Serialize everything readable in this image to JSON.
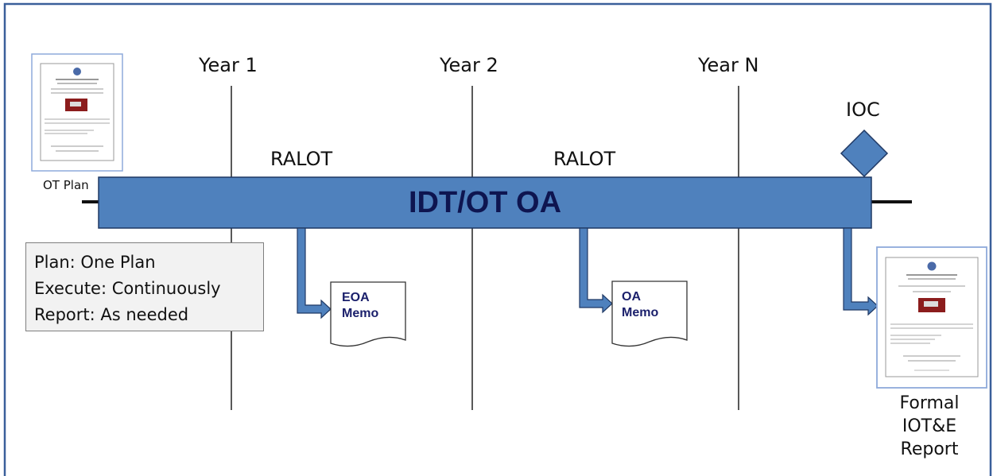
{
  "timeline": {
    "years": [
      {
        "label": "Year 1"
      },
      {
        "label": "Year 2"
      },
      {
        "label": "Year N"
      }
    ],
    "ralot_labels": [
      "RALOT",
      "RALOT"
    ],
    "bar_title": "IDT/OT OA",
    "milestone": "IOC"
  },
  "documents": {
    "ot_plan": "OT Plan",
    "eoa_memo": [
      "EOA",
      "Memo"
    ],
    "oa_memo": [
      "OA",
      "Memo"
    ],
    "final_report": [
      "Formal",
      "IOT&E",
      "Report"
    ]
  },
  "info_box": {
    "lines": [
      "Plan: One Plan",
      "Execute: Continuously",
      "Report: As needed"
    ]
  },
  "colors": {
    "bar_fill": "#4f81bd",
    "bar_stroke": "#1f3864",
    "frame_border": "#3a5f9a",
    "title_text": "#0e1550"
  }
}
